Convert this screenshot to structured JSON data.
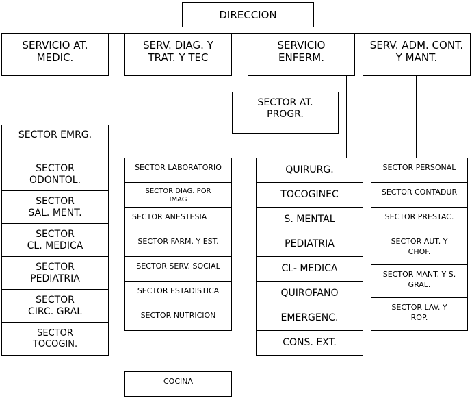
{
  "direccion": "DIRECCION",
  "servicios": [
    {
      "label": "SERVICIO AT.\nMEDIC."
    },
    {
      "label": "SERV. DIAG. Y\nTRAT. Y TEC"
    },
    {
      "label": "SERVICIO\nENFERM."
    },
    {
      "label": "SERV. ADM. CONT.\nY MANT."
    }
  ],
  "sector_at_progr": "SECTOR AT.\nPROGR.",
  "at_medic_sectors": [
    "SECTOR EMRG.",
    "SECTOR\nODONTOL.",
    "SECTOR\nSAL. MENT.",
    "SECTOR\nCL. MEDICA",
    "SECTOR\nPEDIATRIA",
    "SECTOR\nCIRC. GRAL",
    "SECTOR\nTOCOGIN."
  ],
  "diag_sectors": [
    "SECTOR LABORATORIO",
    "SECTOR DIAG. POR\nIMAG",
    "SECTOR ANESTESIA",
    "SECTOR FARM. Y EST.",
    "SECTOR SERV. SOCIAL",
    "SECTOR ESTADISTICA",
    "SECTOR NUTRICION"
  ],
  "cocina": "COCINA",
  "enferm_sectors": [
    "QUIRURG.",
    "TOCOGINEC",
    "S. MENTAL",
    "PEDIATRIA",
    "CL- MEDICA",
    "QUIROFANO",
    "EMERGENC.",
    "CONS. EXT."
  ],
  "adm_sectors": [
    "SECTOR  PERSONAL",
    "SECTOR CONTADUR",
    "SECTOR PRESTAC.",
    "SECTOR AUT. Y\nCHOF.",
    "SECTOR MANT. Y S.\nGRAL.",
    "SECTOR LAV. Y\nROP."
  ]
}
